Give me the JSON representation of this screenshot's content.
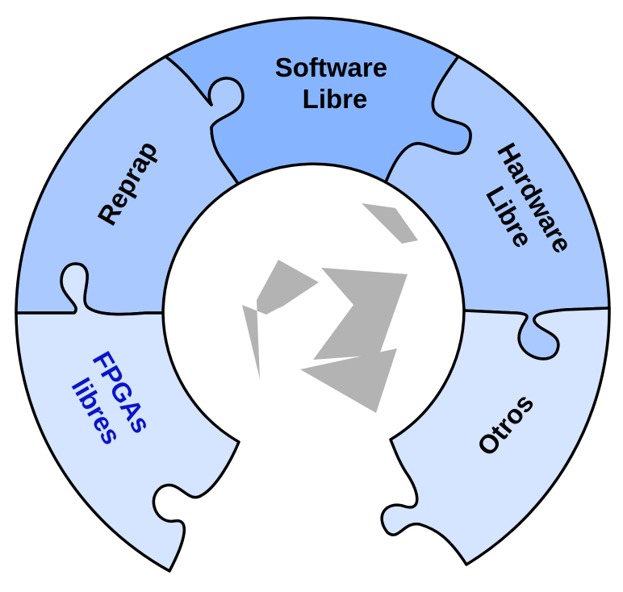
{
  "diagram": {
    "pieces": [
      {
        "id": "software",
        "lines": [
          "Software",
          "Libre"
        ],
        "fill": "#86b4ff",
        "text_color": "#000000"
      },
      {
        "id": "hardware",
        "lines": [
          "Hardware",
          "Libre"
        ],
        "fill": "#a9c9ff",
        "text_color": "#000000"
      },
      {
        "id": "otros",
        "lines": [
          "Otros"
        ],
        "fill": "#d5e4ff",
        "text_color": "#000000"
      },
      {
        "id": "fpgas",
        "lines": [
          "FPGAs",
          "libres"
        ],
        "fill": "#d5e4ff",
        "text_color": "#0a14c8"
      },
      {
        "id": "reprap",
        "lines": [
          "Reprap"
        ],
        "fill": "#a9c9ff",
        "text_color": "#000000"
      }
    ],
    "center_logo": {
      "icon": "tangram-logo-icon",
      "fill": "#b3b3b3"
    }
  }
}
